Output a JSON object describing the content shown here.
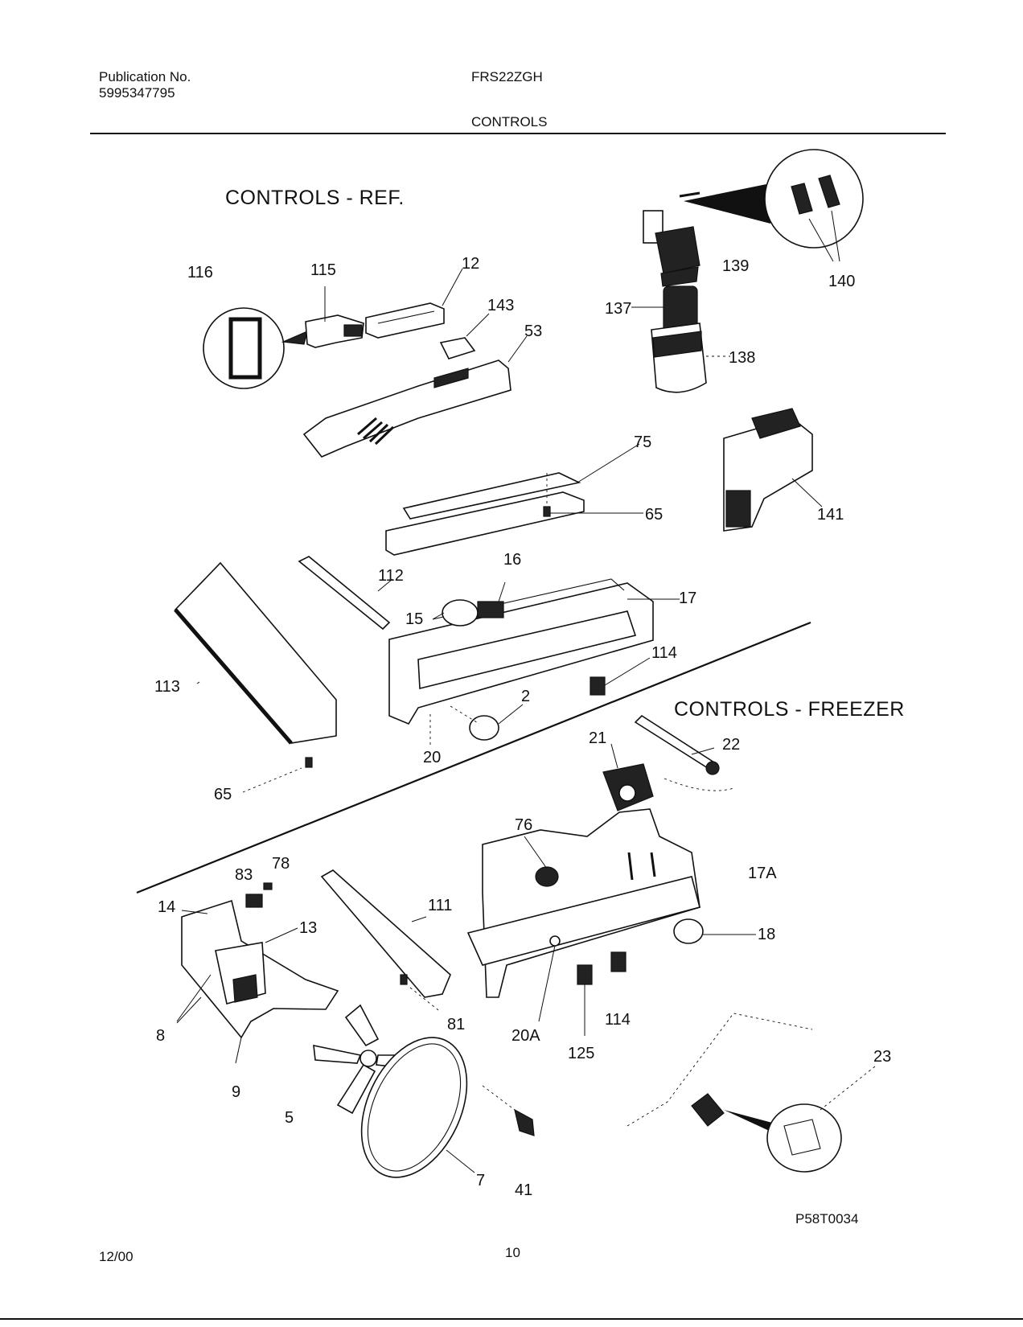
{
  "header": {
    "publication_label": "Publication No.",
    "publication_number": "5995347795",
    "model": "FRS22ZGH",
    "section": "CONTROLS"
  },
  "diagram": {
    "group_ref": "CONTROLS  -  REF.",
    "group_freezer": "CONTROLS  -  FREEZER",
    "callouts": {
      "c116": "116",
      "c115": "115",
      "c12": "12",
      "c143": "143",
      "c53": "53",
      "c139": "139",
      "c140": "140",
      "c137": "137",
      "c138": "138",
      "c75": "75",
      "c65a": "65",
      "c141": "141",
      "c16": "16",
      "c112": "112",
      "c17": "17",
      "c15": "15",
      "c114a": "114",
      "c113": "113",
      "c2": "2",
      "c20": "20",
      "c65b": "65",
      "c21": "21",
      "c22": "22",
      "c76": "76",
      "c17a": "17A",
      "c83": "83",
      "c78": "78",
      "c14": "14",
      "c111": "111",
      "c13": "13",
      "c18": "18",
      "c8": "8",
      "c81": "81",
      "c20a": "20A",
      "c114b": "114",
      "c125": "125",
      "c9": "9",
      "c23": "23",
      "c5": "5",
      "c7": "7",
      "c41": "41"
    },
    "drawing_code": "P58T0034"
  },
  "footer": {
    "date": "12/00",
    "page": "10"
  }
}
